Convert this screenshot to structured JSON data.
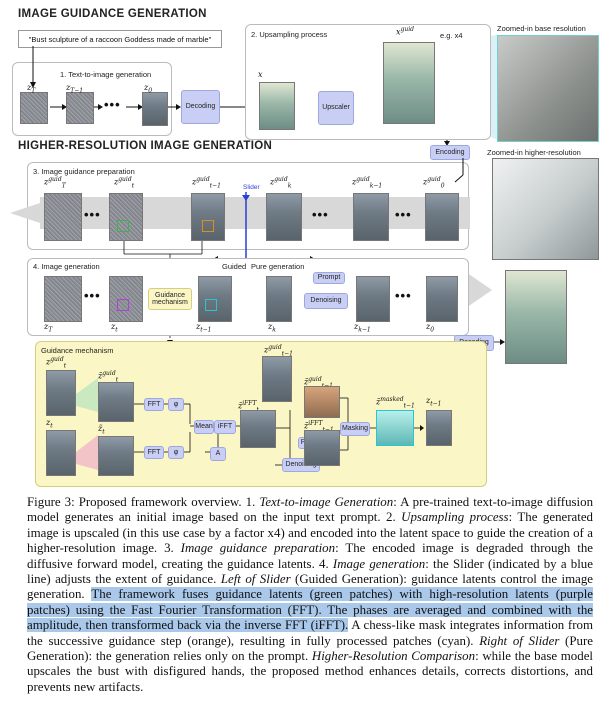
{
  "sections": {
    "top": "IMAGE GUIDANCE GENERATION",
    "bottom": "HIGHER-RESOLUTION IMAGE GENERATION"
  },
  "prompt": "\"Bust sculpture of a raccoon Goddess made of marble\"",
  "steps": {
    "t2i": "1. Text-to-image generation",
    "upsampling": "2. Upsampling process",
    "guidance_prep": "3. Image guidance preparation",
    "image_gen": "4. Image generation",
    "mechanism": "Guidance mechanism"
  },
  "blocks": {
    "decoding": "Decoding",
    "upscaler": "Upscaler",
    "encoding": "Encoding",
    "decoding2": "Decoding",
    "guidance_mech": "Guidance mechanism",
    "prompt": "Prompt",
    "denoising": "Denoising",
    "fft1": "FFT",
    "fft2": "FFT",
    "phi1": "φ",
    "phi2": "φ",
    "A": "A",
    "mean_ifft": "Mean",
    "ifft": "iFFT",
    "masking": "Masking",
    "prompt2": "Prompt",
    "denoising2": "Denoising"
  },
  "labels": {
    "eg": "e.g. x4",
    "zoom_base": "Zoomed-in base resolution",
    "zoom_high": "Zoomed-in higher-resolution",
    "slider": "Slider",
    "guided": "Guided",
    "pure": "Pure generation"
  },
  "math": {
    "zT": "z_T",
    "zT1": "z_{T−1}",
    "z0": "z_0",
    "x": "x",
    "xguid": "x^{guid}",
    "zTguid": "z_T^{guid}",
    "ztguid": "z_t^{guid}",
    "zt1guid": "z_{t−1}^{guid}",
    "zkguid": "z_k^{guid}",
    "zk1guid": "z_{k−1}^{guid}",
    "z0guid": "z_0^{guid}",
    "zT_b": "z_T",
    "zt_b": "z_t",
    "zt1_b": "z_{t−1}",
    "zk_b": "z_k",
    "zk1_b": "z_{k−1}",
    "z0_b": "z_0",
    "m_ztguid": "z_t^{guid}",
    "m_ztguid2": "z̃_t^{guid}",
    "m_zt": "z_t",
    "m_zt2": "z̃_t",
    "m_zt1guid": "z_{t−1}^{guid}",
    "m_zt1guid2": "z̃_{t−1}^{guid}",
    "m_ziFFT": "z̃_t^{iFFT}",
    "m_zt1iFFT": "z̃_{t−1}^{iFFT}",
    "m_masked": "z̃_{t−1}^{masked}",
    "m_zt1": "z_{t−1}"
  },
  "caption": {
    "label": "Figure 3: Proposed framework overview. 1. ",
    "s1_title": "Text-to-image Generation",
    "s1": ": A pre-trained text-to-image diffusion model generates an initial image based on the input text prompt. 2. ",
    "s2_title": "Upsampling process",
    "s2": ": The generated image is upscaled (in this use case by a factor x4) and encoded into the latent space to guide the creation of a higher-resolution image. 3. ",
    "s3_title": "Image guidance preparation",
    "s3": ": The encoded image is degraded through the diffusive forward model, creating the guidance latents. 4. ",
    "s4_title": "Image generation",
    "s4": ": the Slider (indicated by a blue line) adjusts the extent of guidance. ",
    "left_title": "Left of Slider",
    "left": " (Guided Generation): guidance latents control the image generation. ",
    "highlight": "The framework fuses guidance latents (green patches) with high-resolution latents (purple patches) using the Fast Fourier Transformation (FFT). The phases are averaged and combined with the amplitude, then transformed back via the inverse FFT (iFFT).",
    "after": " A chess-like mask integrates information from the successive guidance step (orange), resulting in fully processed patches (cyan). ",
    "right_title": "Right of Slider",
    "right": " (Pure Generation): the generation relies only on the prompt. ",
    "comp_title": "Higher-Resolution Comparison",
    "comp": ": while the base model upscales the bust with disfigured hands, the proposed method enhances details, corrects distortions, and prevents new artifacts."
  },
  "colors": {
    "block": "#c9cff4",
    "slider": "#2b3fd6",
    "mech_bg": "#fbf6c6",
    "highlight": "#a9c8ea",
    "green": "#3fb24a",
    "purple": "#b23fd6",
    "orange": "#e08a2b",
    "cyan": "#25c6d6"
  }
}
